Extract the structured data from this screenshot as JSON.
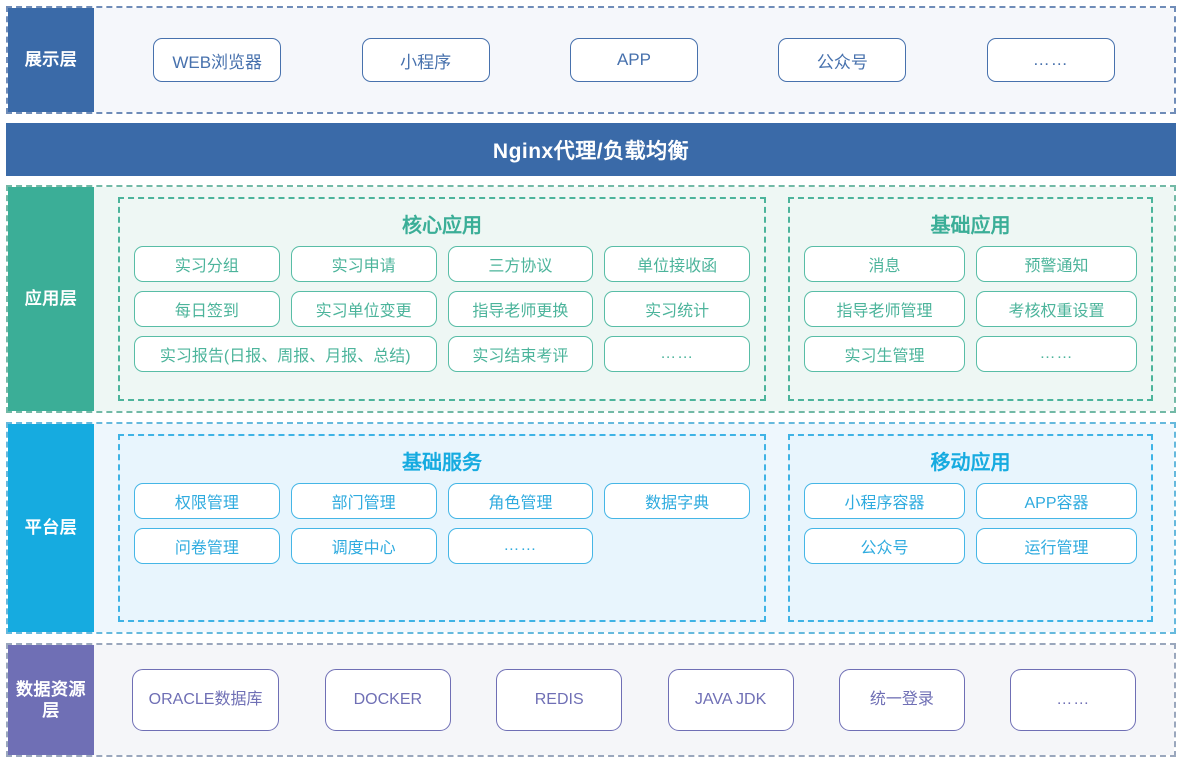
{
  "layers": {
    "presentation": {
      "label": "展示层",
      "accent": "#3a6aa8",
      "items": [
        "WEB浏览器",
        "小程序",
        "APP",
        "公众号",
        "……"
      ]
    },
    "gateway": {
      "label": "Nginx代理/负载均衡",
      "accent": "#3a6aa8"
    },
    "application": {
      "label": "应用层",
      "accent": "#3bae97",
      "panels": [
        {
          "title": "核心应用",
          "items": [
            {
              "label": "实习分组",
              "span": 1
            },
            {
              "label": "实习申请",
              "span": 1
            },
            {
              "label": "三方协议",
              "span": 1
            },
            {
              "label": "单位接收函",
              "span": 1
            },
            {
              "label": "每日签到",
              "span": 1
            },
            {
              "label": "实习单位变更",
              "span": 1
            },
            {
              "label": "指导老师更换",
              "span": 1
            },
            {
              "label": "实习统计",
              "span": 1
            },
            {
              "label": "实习报告(日报、周报、月报、总结)",
              "span": 2
            },
            {
              "label": "实习结束考评",
              "span": 1
            },
            {
              "label": "……",
              "span": 1
            }
          ]
        },
        {
          "title": "基础应用",
          "items": [
            {
              "label": "消息",
              "span": 1
            },
            {
              "label": "预警通知",
              "span": 1
            },
            {
              "label": "指导老师管理",
              "span": 1
            },
            {
              "label": "考核权重设置",
              "span": 1
            },
            {
              "label": "实习生管理",
              "span": 1
            },
            {
              "label": "……",
              "span": 1
            }
          ]
        }
      ]
    },
    "platform": {
      "label": "平台层",
      "accent": "#16abe0",
      "panels": [
        {
          "title": "基础服务",
          "items": [
            {
              "label": "权限管理",
              "span": 1
            },
            {
              "label": "部门管理",
              "span": 1
            },
            {
              "label": "角色管理",
              "span": 1
            },
            {
              "label": "数据字典",
              "span": 1
            },
            {
              "label": "问卷管理",
              "span": 1
            },
            {
              "label": "调度中心",
              "span": 1
            },
            {
              "label": "……",
              "span": 1
            }
          ]
        },
        {
          "title": "移动应用",
          "items": [
            {
              "label": "小程序容器",
              "span": 1
            },
            {
              "label": "APP容器",
              "span": 1
            },
            {
              "label": "公众号",
              "span": 1
            },
            {
              "label": "运行管理",
              "span": 1
            }
          ]
        }
      ]
    },
    "data_resource": {
      "label": "数据资源层",
      "accent": "#6f6fb5",
      "items": [
        "ORACLE数据库",
        "DOCKER",
        "REDIS",
        "JAVA JDK",
        "统一登录",
        "……"
      ]
    }
  }
}
